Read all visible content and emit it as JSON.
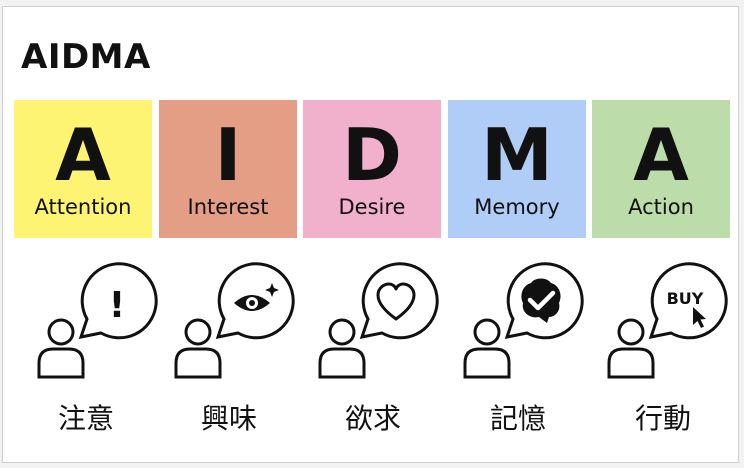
{
  "title": "AIDMA",
  "stages": [
    {
      "letter": "A",
      "word": "Attention",
      "kanji": "注意",
      "color": "#fdf474",
      "icon": "exclamation-icon"
    },
    {
      "letter": "I",
      "word": "Interest",
      "kanji": "興味",
      "color": "#e59e86",
      "icon": "eye-sparkle-icon"
    },
    {
      "letter": "D",
      "word": "Desire",
      "kanji": "欲求",
      "color": "#f1b0cb",
      "icon": "heart-icon"
    },
    {
      "letter": "M",
      "word": "Memory",
      "kanji": "記憶",
      "color": "#afcdf7",
      "icon": "brain-check-icon"
    },
    {
      "letter": "A",
      "word": "Action",
      "kanji": "行動",
      "color": "#bcdcaa",
      "icon": "buy-cursor-icon"
    }
  ],
  "bubbles": {
    "attention_mark": "!",
    "action_text": "BUY"
  }
}
